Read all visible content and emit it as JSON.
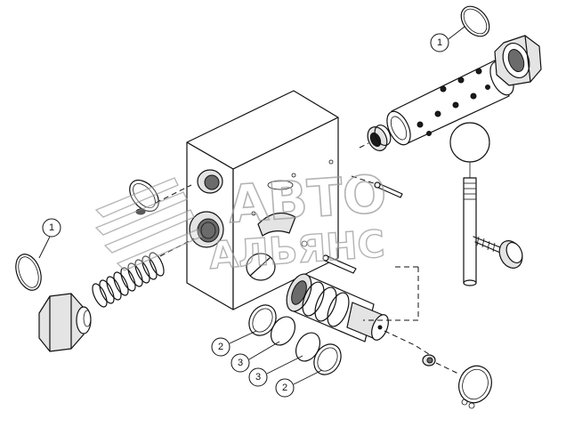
{
  "watermark": {
    "line1": "АВТО",
    "line2": "АЛЬЯНС"
  },
  "callouts": [
    {
      "id": "c1",
      "label": "1"
    },
    {
      "id": "c2",
      "label": "1"
    },
    {
      "id": "c3",
      "label": "2"
    },
    {
      "id": "c4",
      "label": "3"
    },
    {
      "id": "c5",
      "label": "3"
    },
    {
      "id": "c6",
      "label": "2"
    }
  ],
  "colors": {
    "line": "#111111",
    "watermark": "#9a9a9a",
    "fill_light": "#e4e4e4"
  }
}
